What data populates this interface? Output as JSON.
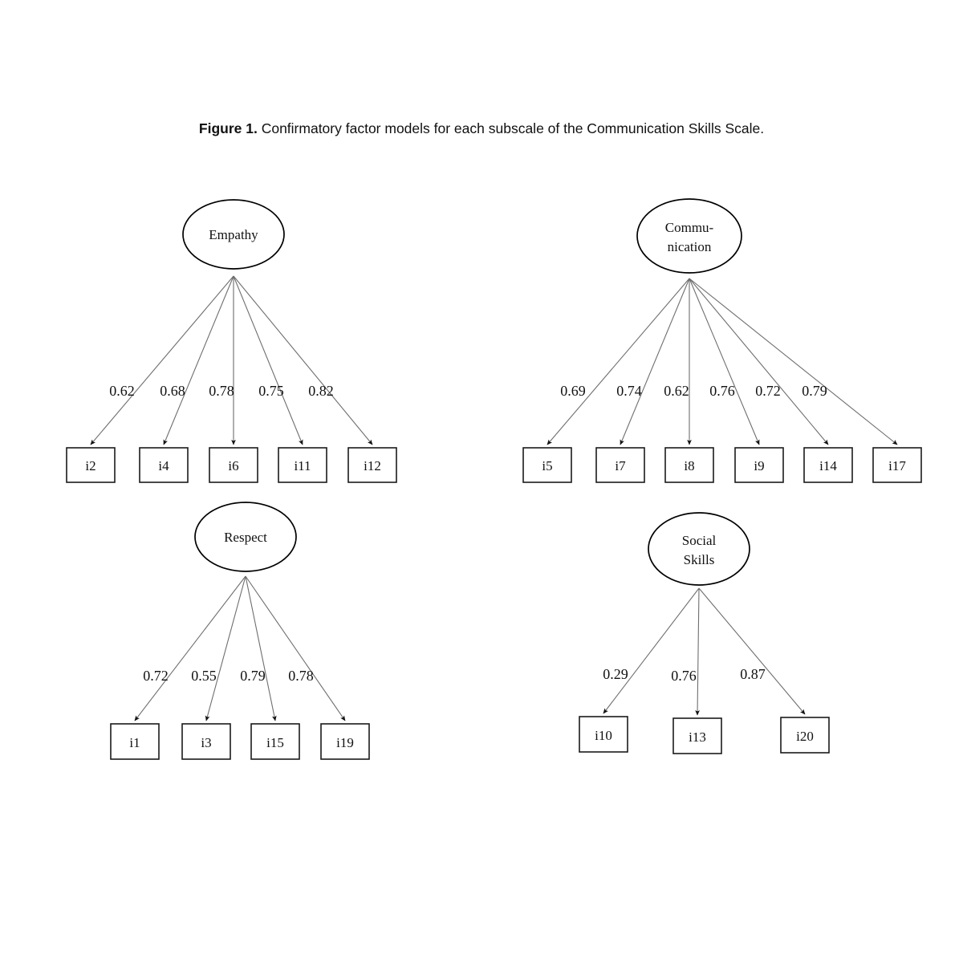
{
  "caption": {
    "label_prefix": "Figure 1.",
    "text": " Confirmatory factor models for each subscale of the Communication Skills Scale."
  },
  "style": {
    "background": "#ffffff",
    "line_color": "#6e6e6e",
    "shape_stroke": "#000000",
    "text_color": "#111111"
  },
  "chart_data": {
    "type": "diagram",
    "diagram_kind": "confirmatory-factor-analysis-path-diagram",
    "title": "Confirmatory factor models for each subscale of the Communication Skills Scale.",
    "notation": {
      "latent_shape": "ellipse",
      "observed_shape": "rectangle",
      "edge": "directed arrow from latent factor to observed indicator",
      "edge_label": "standardized factor loading"
    },
    "models": [
      {
        "factor": "Empathy",
        "factor_lines": [
          "Empathy"
        ],
        "position": "top-left",
        "indicators": [
          "i2",
          "i4",
          "i6",
          "i11",
          "i12"
        ],
        "loadings": [
          0.62,
          0.68,
          0.78,
          0.75,
          0.82
        ],
        "loading_labels": [
          "0.62",
          "0.68",
          "0.78",
          "0.75",
          "0.82"
        ]
      },
      {
        "factor": "Communication",
        "factor_lines": [
          "Commu-",
          "nication"
        ],
        "position": "top-right",
        "indicators": [
          "i5",
          "i7",
          "i8",
          "i9",
          "i14",
          "i17"
        ],
        "loadings": [
          0.69,
          0.74,
          0.62,
          0.76,
          0.72,
          0.79
        ],
        "loading_labels": [
          "0.69",
          "0.74",
          "0.62",
          "0.76",
          "0.72",
          "0.79"
        ]
      },
      {
        "factor": "Respect",
        "factor_lines": [
          "Respect"
        ],
        "position": "bottom-left",
        "indicators": [
          "i1",
          "i3",
          "i15",
          "i19"
        ],
        "loadings": [
          0.72,
          0.55,
          0.79,
          0.78
        ],
        "loading_labels": [
          "0.72",
          "0.55",
          "0.79",
          "0.78"
        ]
      },
      {
        "factor": "Social Skills",
        "factor_lines": [
          "Social",
          "Skills"
        ],
        "position": "bottom-right",
        "indicators": [
          "i10",
          "i13",
          "i20"
        ],
        "loadings": [
          0.29,
          0.76,
          0.87
        ],
        "loading_labels": [
          "0.29",
          "0.76",
          "0.87"
        ]
      }
    ]
  }
}
